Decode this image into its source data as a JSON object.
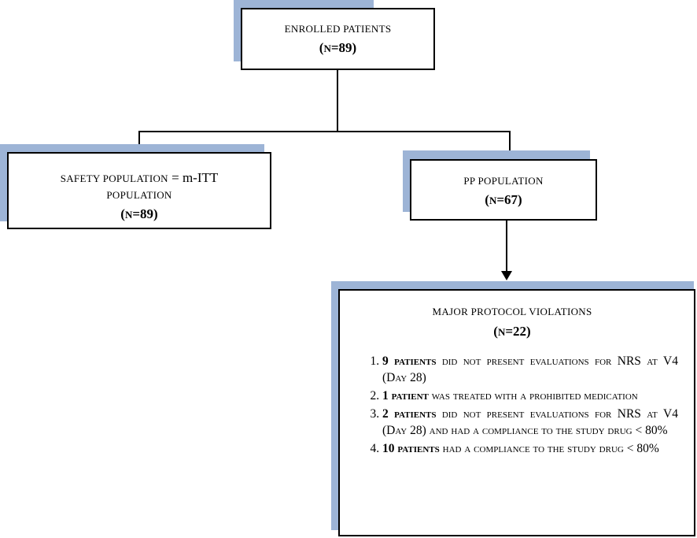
{
  "nodes": {
    "enrolled": {
      "title": "ENROLLED PATIENTS",
      "n_open": "(",
      "n_letter": "N",
      "n_eq": "=89",
      "n_close": ")"
    },
    "safety": {
      "title_line1_a": "SAFETY POPULATION",
      "title_line1_b": " = m-ITT",
      "title_line2": "POPULATION",
      "n_open": "(",
      "n_letter": "N",
      "n_eq": "=89",
      "n_close": ")"
    },
    "pp": {
      "title": "PP POPULATION",
      "n_open": "(",
      "n_letter": "N",
      "n_eq": "=67",
      "n_close": ")"
    },
    "violations": {
      "title": "MAJOR PROTOCOL VIOLATIONS",
      "n_open": "(",
      "n_letter": "N",
      "n_eq": "=22",
      "n_close": ")",
      "items": [
        {
          "count": "9",
          "unit": " patients",
          "rest_a": " did not present evaluations for ",
          "nrs": "NRS",
          "rest_b": " at ",
          "visit": "V4 (",
          "day": "Day 28",
          "rest_c": ")",
          "rest_d": ""
        },
        {
          "count": "1",
          "unit": " patient",
          "rest_a": " was treated with a prohibited medication",
          "nrs": "",
          "rest_b": "",
          "visit": "",
          "day": "",
          "rest_c": "",
          "rest_d": ""
        },
        {
          "count": "2",
          "unit": " patients",
          "rest_a": " did not present evaluations for ",
          "nrs": "NRS",
          "rest_b": " at ",
          "visit": "V4 (",
          "day": "Day 28",
          "rest_c": ")",
          "rest_d": " and had a compliance to the study drug < 80%"
        },
        {
          "count": "10",
          "unit": " patients",
          "rest_a": " had a compliance to the study drug < 80%",
          "nrs": "",
          "rest_b": "",
          "visit": "",
          "day": "",
          "rest_c": "",
          "rest_d": ""
        }
      ]
    }
  },
  "colors": {
    "shadow": "#9db4d6",
    "border": "#000000"
  }
}
